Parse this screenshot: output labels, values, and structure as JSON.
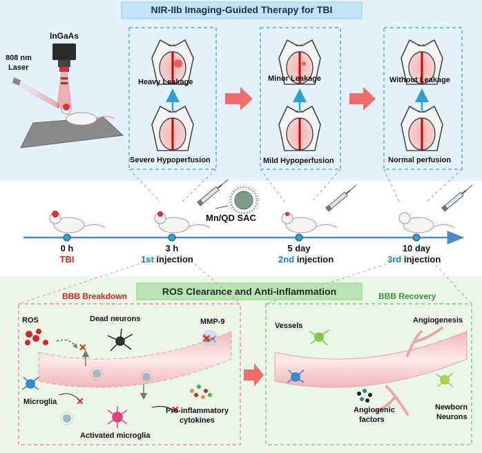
{
  "top_panel": {
    "title": "NIR-IIb Imaging-Guided Therapy for TBI",
    "camera_label": "InGaAs",
    "laser_label_line1": "808 nm",
    "laser_label_line2": "Laser",
    "stage1": {
      "top_caption": "Heavy Leakage",
      "bottom_caption": "Severe Hypoperfusion"
    },
    "stage2": {
      "top_caption": "Minor Leakage",
      "bottom_caption": "Mild Hypoperfusion"
    },
    "stage3": {
      "top_caption": "Without Leakage",
      "bottom_caption": "Normal perfusion"
    }
  },
  "timeline": {
    "agent_label": "Mn/QD SAC",
    "points": [
      {
        "time": "0 h",
        "event": "TBI"
      },
      {
        "time": "3 h",
        "event_ordinal": "1st",
        "event_rest": " injection"
      },
      {
        "time": "5 day",
        "event_ordinal": "2nd",
        "event_rest": " injection"
      },
      {
        "time": "10 day",
        "event_ordinal": "3rd",
        "event_rest": " injection"
      }
    ]
  },
  "bottom_panel": {
    "title": "ROS Clearance and Anti-inflammation",
    "left": {
      "title": "BBB Breakdown",
      "ros": "ROS",
      "dead_neurons": "Dead neurons",
      "mmp9": "MMP-9",
      "microglia": "Microglia",
      "activated_microglia": "Activated microglia",
      "cytokines_line1": "Pro-inflammatory",
      "cytokines_line2": "cytokines"
    },
    "right": {
      "title": "BBB Recovery",
      "vessels": "Vessels",
      "angiogenesis": "Angiogenesis",
      "factors_line1": "Angiogenic",
      "factors_line2": "factors",
      "newborn_line1": "Newborn",
      "newborn_line2": "Neurons"
    }
  },
  "colors": {
    "top_bg": "#e3f1fb",
    "title_blue_bg": "#bfe3f7",
    "title_green_bg": "#b9e3b2",
    "bottom_bg": "#eaf6e6",
    "dashed_blue": "#5ba8d6",
    "dashed_pink": "#e88a94",
    "dashed_green": "#7cc87a",
    "arrow_red": "#ef6d6d",
    "arrow_blue": "#2f9fd0",
    "text_red": "#e02020",
    "text_blue": "#1a7fc6",
    "text_green": "#2e9b3a",
    "timeline_blue": "#4a88c8"
  }
}
